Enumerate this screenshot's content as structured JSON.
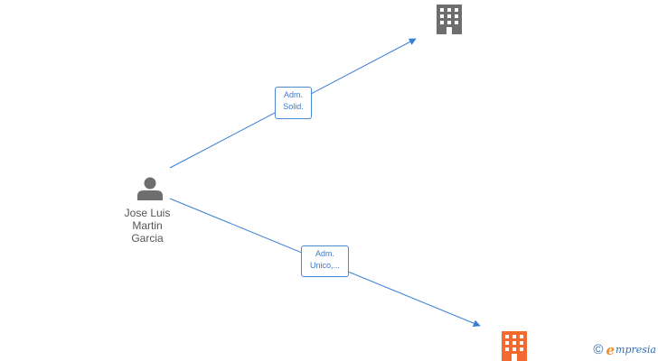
{
  "colors": {
    "edge": "#3a7fd5",
    "company_gray": "#6e6e6e",
    "company_orange": "#f26a30",
    "person": "#6e6e6e"
  },
  "person": {
    "icon": "person-icon",
    "name_lines": [
      "Jose Luis",
      "Martin",
      "Garcia"
    ]
  },
  "companies": [
    {
      "icon": "building-icon",
      "color": "gray"
    },
    {
      "icon": "building-icon",
      "color": "orange"
    }
  ],
  "edges": [
    {
      "from": "person",
      "to": "company-1",
      "label_lines": [
        "Adm.",
        "Solid."
      ]
    },
    {
      "from": "person",
      "to": "company-2",
      "label_lines": [
        "Adm.",
        "Unico,..."
      ]
    }
  ],
  "watermark": {
    "copyright": "©",
    "brand_initial": "e",
    "brand_rest": "mpresia"
  }
}
